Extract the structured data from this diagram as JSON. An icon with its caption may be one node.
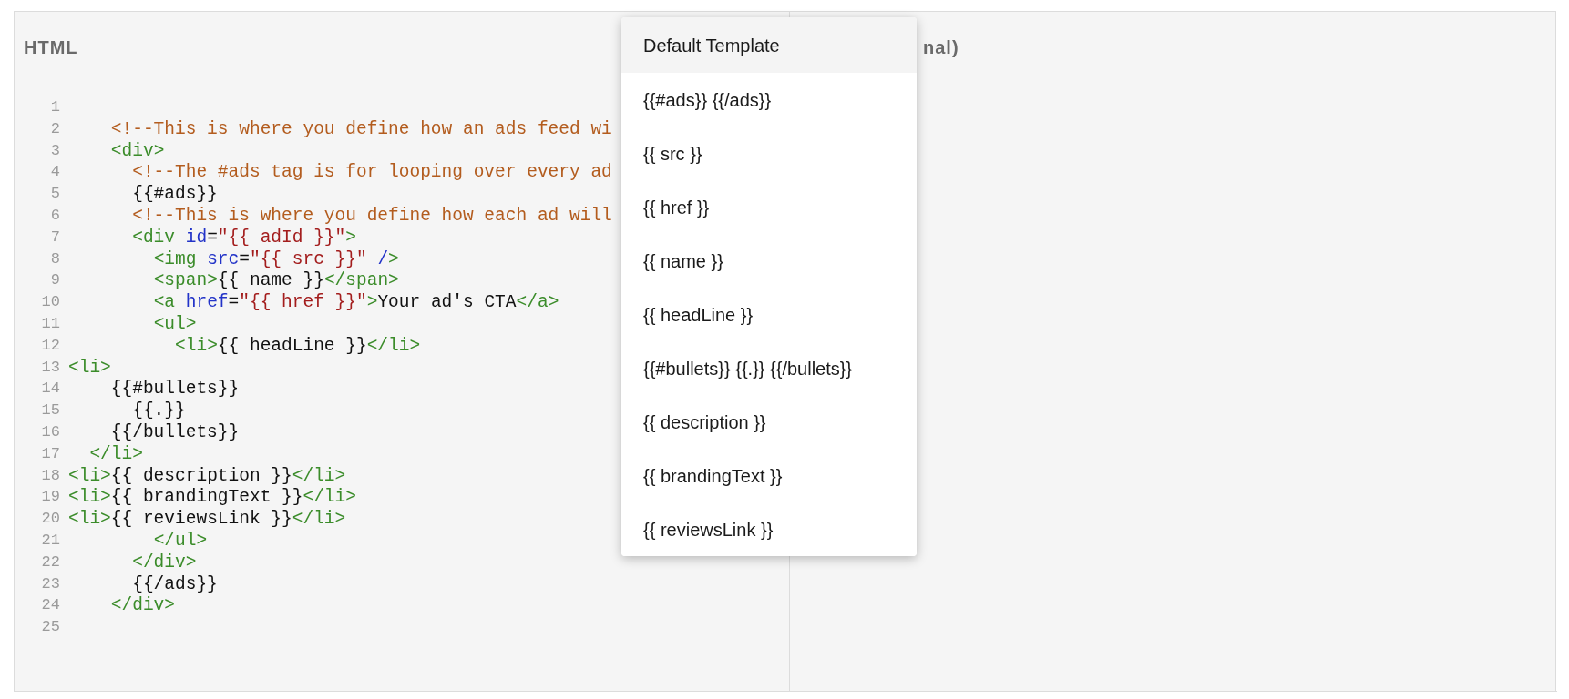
{
  "diagram": {
    "nodes": [
      {
        "text": [
          "HTML"
        ]
      },
      {
        "text": [
          "nal)"
        ]
      },
      {
        "text": [],
        "shape": "box"
      },
      {
        "text": [
          "Default Template"
        ],
        "in": 2
      },
      {
        "text": [
          "{{#ads}} {{/ads}}"
        ],
        "in": 2
      },
      {
        "text": [
          "{{ src }}"
        ],
        "in": 2
      },
      {
        "text": [
          "{{ href }}"
        ],
        "in": 2
      },
      {
        "text": [
          "{{ name }}"
        ],
        "in": 2
      },
      {
        "text": [
          "{{ headLine }}"
        ],
        "in": 2
      },
      {
        "text": [
          "{{#bullets}} {{.}} {{/bullets}}"
        ],
        "in": 2
      },
      {
        "text": [
          "{{ description }}"
        ],
        "in": 2
      },
      {
        "text": [
          "{{ brandingText }}"
        ],
        "in": 2
      },
      {
        "text": [
          "{{ reviewsLink }}"
        ],
        "in": 2
      }
    ],
    "labels": [
      "1",
      "2",
      "    <!--This is where you define how an ads feed wi",
      "3",
      "    <div>",
      "4",
      "      <!--The #ads tag is for looping over every ad",
      "5",
      "      {{#ads}}",
      "6",
      "      <!--This is where you define how each ad will",
      "7",
      "      <div id=\"{{ adId }}\">",
      "8",
      "        <img src=\"{{ src }}\" />",
      "9",
      "        <span>{{ name }}</span>",
      "10",
      "        <a href=\"{{ href }}\">Your ad's CTA</a>",
      "11",
      "        <ul>",
      "12",
      "          <li>{{ headLine }}</li>",
      "13",
      "<li>",
      "14",
      "    {{#bullets}}",
      "15",
      "      {{.}}",
      "16",
      "    {{/bullets}}",
      "17",
      "  </li>",
      "18",
      "<li>{{ description }}</li>",
      "19",
      "<li>{{ brandingText }}</li>",
      "20",
      "<li>{{ reviewsLink }}</li>",
      "21",
      "        </ul>",
      "22",
      "      </div>",
      "23",
      "      {{/ads}}",
      "24",
      "    </div>",
      "25"
    ]
  }
}
